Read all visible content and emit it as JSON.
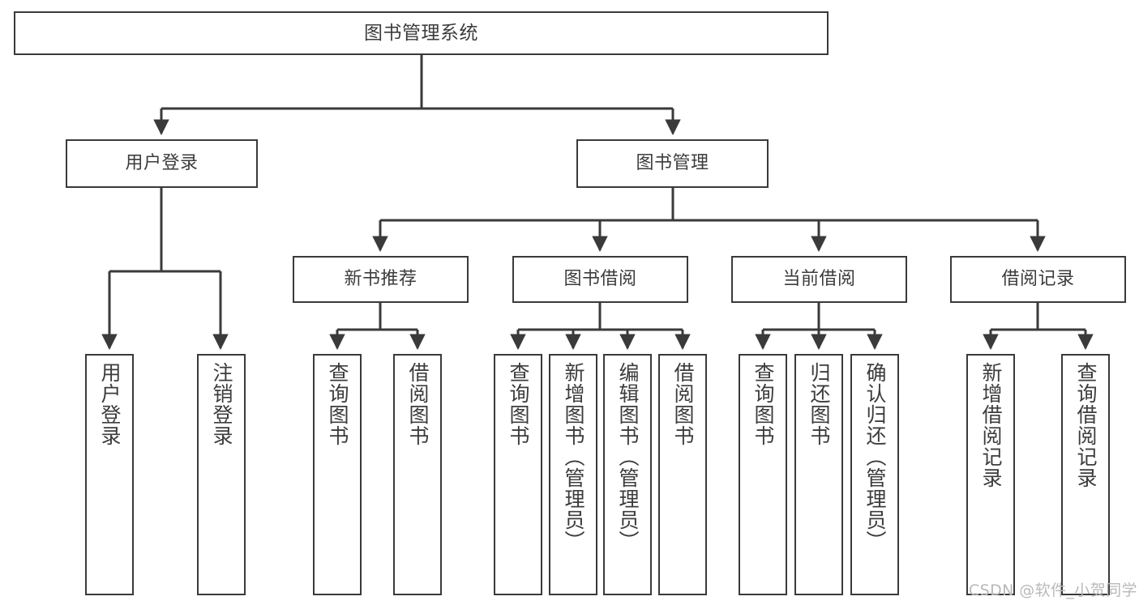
{
  "diagram": {
    "title": "图书管理系统",
    "type": "hierarchy-tree",
    "stroke_color": "#3a3a3a",
    "fill_color": "#ffffff",
    "text_color": "#3c3c3c",
    "root": {
      "label": "图书管理系统"
    },
    "level2": [
      {
        "label": "用户登录"
      },
      {
        "label": "图书管理"
      }
    ],
    "level3": [
      {
        "label": "新书推荐"
      },
      {
        "label": "图书借阅"
      },
      {
        "label": "当前借阅"
      },
      {
        "label": "借阅记录"
      }
    ],
    "leaves": {
      "user_login": [
        {
          "label": "用户登录"
        },
        {
          "label": "注销登录"
        }
      ],
      "new_book_recommend": [
        {
          "label": "查询图书"
        },
        {
          "label": "借阅图书"
        }
      ],
      "book_borrow": [
        {
          "label": "查询图书"
        },
        {
          "label": "新增图书（管理员）"
        },
        {
          "label": "编辑图书（管理员）"
        },
        {
          "label": "借阅图书"
        }
      ],
      "current_borrow": [
        {
          "label": "查询图书"
        },
        {
          "label": "归还图书"
        },
        {
          "label": "确认归还（管理员）"
        }
      ],
      "borrow_record": [
        {
          "label": "新增借阅记录"
        },
        {
          "label": "查询借阅记录"
        }
      ]
    }
  },
  "watermark": {
    "text": "CSDN @软件_小贺同学"
  }
}
